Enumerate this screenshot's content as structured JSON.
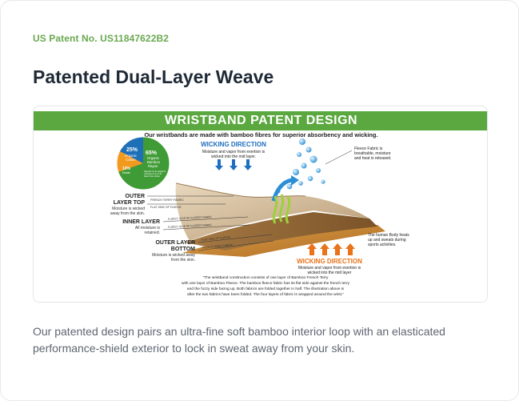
{
  "card": {
    "patent_number": "US Patent No. US11847622B2",
    "headline": "Patented Dual-Layer Weave",
    "description": "Our patented design pairs an ultra-fine soft bamboo interior loop with an elasticated performance-shield exterior to lock in sweat away from your skin."
  },
  "infographic": {
    "banner_title": "WRISTBAND PATENT DESIGN",
    "subtitle": "Our wristbands are made with bamboo fibres for superior absorbency and wicking.",
    "pie": {
      "cotton_pct": "25%",
      "cotton_label_1": "Organic",
      "cotton_label_2": "Cotton",
      "bamboo_pct": "65%",
      "bamboo_label_1": "Organic",
      "bamboo_label_2": "Bamboo",
      "bamboo_label_3": "Rayon",
      "other_pct": "10%",
      "other_label": "Elastic",
      "note": "Absorbs 3x its weight in moisture & up to 4x faster than cotton"
    },
    "wicking_top": {
      "title": "WICKING DIRECTION",
      "text_1": "Moisture and vapor from exertion is",
      "text_2": "wicked into the mid layer."
    },
    "wicking_bottom": {
      "title": "WICKING DIRECTION",
      "text_1": "Moisture and vapor from exertion is",
      "text_2": "wicked into the mid layer"
    },
    "fleece_note": {
      "line_1": "Fleece Fabric is",
      "line_2": "breathable, moisture",
      "line_3": "and heat is released."
    },
    "body_note": {
      "line_1": "The human Body heats",
      "line_2": "up and sweats during",
      "line_3": "sports activities."
    },
    "outer_top": {
      "title_1": "OUTER",
      "title_2": "LAYER TOP",
      "text_1": "Moisture is wicked",
      "text_2": "away from the skin.",
      "tag_1": "FRENCH TERRY FABRIC",
      "tag_2": "FLAT SIDE OF FLEECE"
    },
    "inner": {
      "title": "INNER LAYER",
      "text_1": "All moisture is",
      "text_2": "retained.",
      "tag_1": "FLEECY SIDE OF FLEECE FABRIC",
      "tag_2": "FLEECY SIDE OF FLEECE FABRIC"
    },
    "outer_bottom": {
      "title_1": "OUTER LAYER",
      "title_2": "BOTTOM",
      "text_1": "Moisture is wicked away",
      "text_2": "from the skin.",
      "tag_1": "FLAT SIDE OF FLEECE",
      "tag_2": "FRENCH TERRY FABRIC"
    },
    "quote": {
      "line_1": "\"The wristband construction consists of one layer of Bamboo French Terry",
      "line_2": "with one layer of Bamboo Fleece. The bamboo fleece fabric has its flat side against the french terry",
      "line_3": "and the fuzzy side facing up. Both fabrics are folded together in half. The illustration above is",
      "line_4": "after the two fabrics have been folded. The four layers of fabric is wrapped around the wrist.\""
    },
    "colors": {
      "banner_green": "#5aa83f",
      "wicking_blue": "#1f6fc0",
      "wicking_orange": "#e8731a",
      "cotton_blue": "#1d6fb8",
      "bamboo_green": "#3f9b35",
      "elastic_orange": "#f29a1e"
    }
  }
}
